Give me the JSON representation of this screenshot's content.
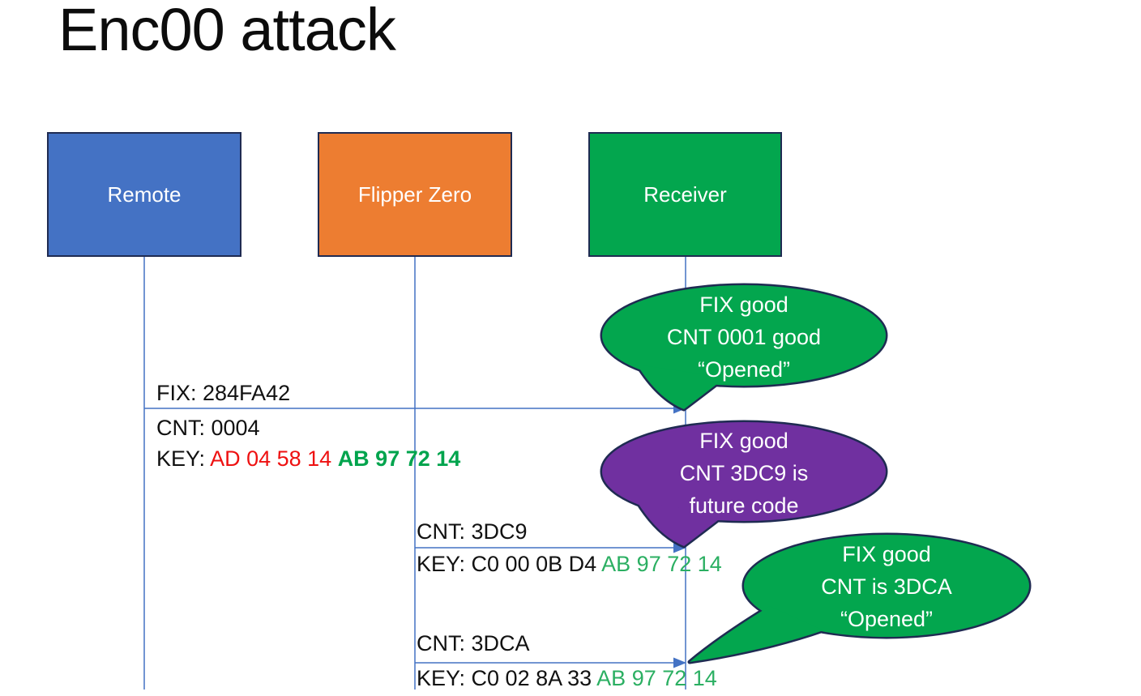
{
  "title": "Enc00 attack",
  "colors": {
    "line": "#4472C4",
    "outline": "#1F2B52",
    "text": "#111111",
    "red": "#EE1111",
    "green_bold": "#00A44D",
    "green": "#2BAF62"
  },
  "actors": [
    {
      "label": "Remote",
      "color": "#4472C4"
    },
    {
      "label": "Flipper Zero",
      "color": "#ED7D31"
    },
    {
      "label": "Receiver",
      "color": "#03A64E"
    }
  ],
  "messages": [
    {
      "from": "Remote",
      "to": "Receiver",
      "line1": "FIX: 284FA42",
      "line2": "CNT: 0004",
      "key_parts": [
        {
          "text": "KEY: ",
          "color": "#111111"
        },
        {
          "text": "AD 04 58 14 ",
          "color": "#EE1111"
        },
        {
          "text": "AB 97 72 14",
          "color": "#00A44D"
        }
      ]
    },
    {
      "from": "Flipper Zero",
      "to": "Receiver",
      "line1": "CNT: 3DC9",
      "key_parts": [
        {
          "text": "KEY: C0 00 0B D4 ",
          "color": "#111111"
        },
        {
          "text": "AB 97 72 14",
          "color": "#2BAF62"
        }
      ]
    },
    {
      "from": "Flipper Zero",
      "to": "Receiver",
      "line1": "CNT: 3DCA",
      "key_parts": [
        {
          "text": "KEY: C0 02 8A 33 ",
          "color": "#111111"
        },
        {
          "text": "AB 97 72 14",
          "color": "#2BAF62"
        }
      ]
    }
  ],
  "callouts": [
    {
      "fill": "#03A64E",
      "lines": [
        "FIX good",
        "CNT 0001 good",
        "“Opened”"
      ]
    },
    {
      "fill": "#7030A0",
      "lines": [
        "FIX good",
        "CNT 3DC9 is",
        "future code"
      ]
    },
    {
      "fill": "#03A64E",
      "lines": [
        "FIX good",
        "CNT is 3DCA",
        "“Opened”"
      ]
    }
  ]
}
